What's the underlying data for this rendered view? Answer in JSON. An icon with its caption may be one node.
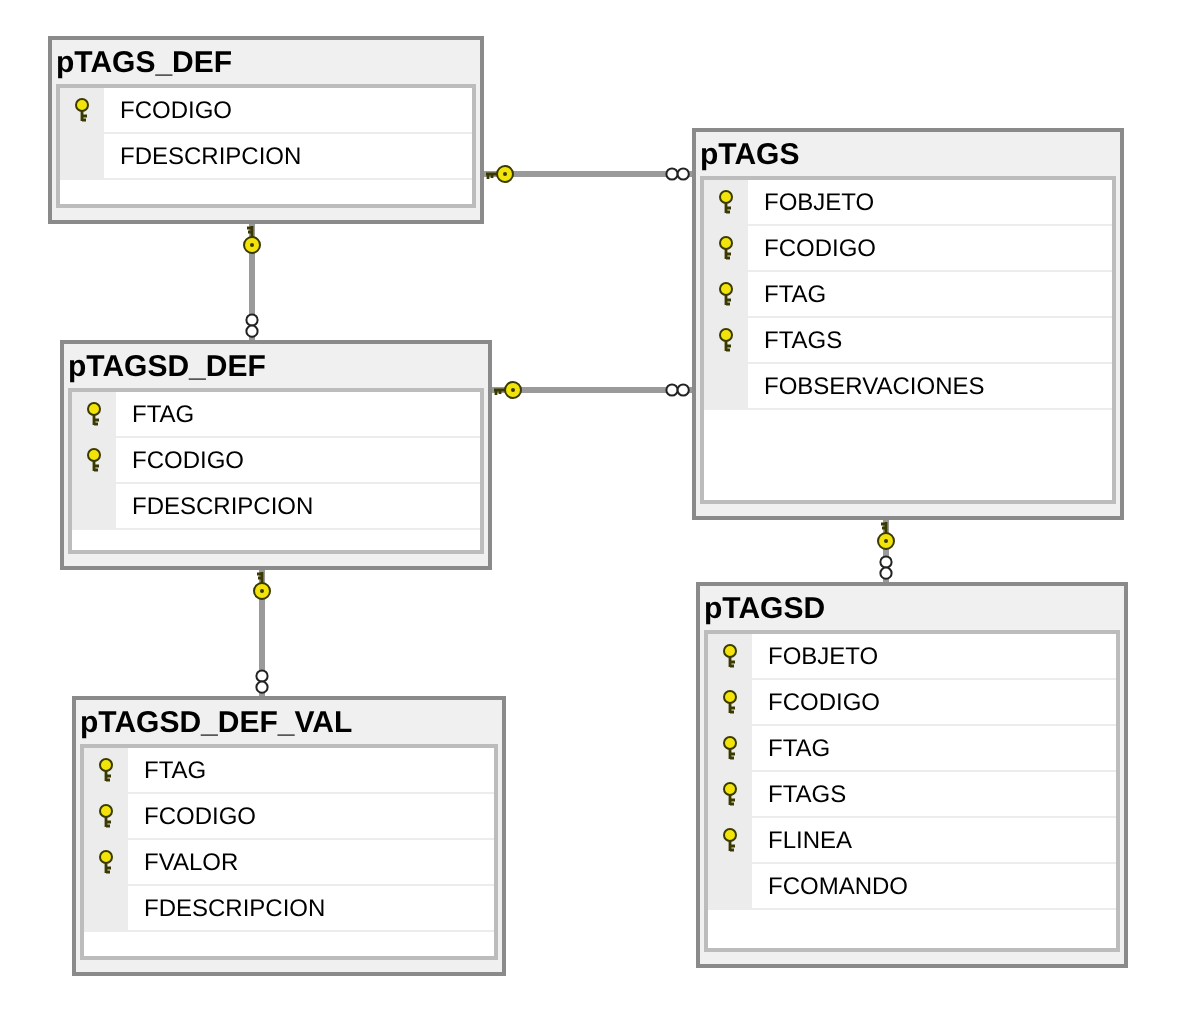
{
  "diagram": {
    "nodes": [
      {
        "text": [
          "pTAGS_DEF"
        ]
      },
      {
        "text": [
          "FCODIGO"
        ],
        "in": 0
      },
      {
        "text": [],
        "shape": "key",
        "in": 1
      },
      {
        "text": [
          "FDESCRIPCION"
        ],
        "in": 0
      },
      {
        "text": [
          "pTAGS"
        ]
      },
      {
        "text": [
          "FOBJETO"
        ],
        "in": 4
      },
      {
        "text": [],
        "shape": "key",
        "in": 5
      },
      {
        "text": [
          "FCODIGO"
        ],
        "in": 4
      },
      {
        "text": [],
        "shape": "key",
        "in": 7
      },
      {
        "text": [
          "FTAG"
        ],
        "in": 4
      },
      {
        "text": [],
        "shape": "key",
        "in": 9
      },
      {
        "text": [
          "FTAGS"
        ],
        "in": 4
      },
      {
        "text": [],
        "shape": "key",
        "in": 11
      },
      {
        "text": [
          "FOBSERVACIONES"
        ],
        "in": 4
      },
      {
        "text": [
          "pTAGSD_DEF"
        ]
      },
      {
        "text": [
          "FTAG"
        ],
        "in": 14
      },
      {
        "text": [],
        "shape": "key",
        "in": 15
      },
      {
        "text": [
          "FCODIGO"
        ],
        "in": 14
      },
      {
        "text": [],
        "shape": "key",
        "in": 17
      },
      {
        "text": [
          "FDESCRIPCION"
        ],
        "in": 14
      },
      {
        "text": [
          "pTAGSD"
        ]
      },
      {
        "text": [
          "FOBJETO"
        ],
        "in": 20
      },
      {
        "text": [],
        "shape": "key",
        "in": 21
      },
      {
        "text": [
          "FCODIGO"
        ],
        "in": 20
      },
      {
        "text": [],
        "shape": "key",
        "in": 23
      },
      {
        "text": [
          "FTAG"
        ],
        "in": 20
      },
      {
        "text": [],
        "shape": "key",
        "in": 25
      },
      {
        "text": [
          "FTAGS"
        ],
        "in": 20
      },
      {
        "text": [],
        "shape": "key",
        "in": 27
      },
      {
        "text": [
          "FLINEA"
        ],
        "in": 20
      },
      {
        "text": [],
        "shape": "key",
        "in": 29
      },
      {
        "text": [
          "FCOMANDO"
        ],
        "in": 20
      },
      {
        "text": [
          "pTAGSD_DEF_VAL"
        ]
      },
      {
        "text": [
          "FTAG"
        ],
        "in": 32
      },
      {
        "text": [],
        "shape": "key",
        "in": 33
      },
      {
        "text": [
          "FCODIGO"
        ],
        "in": 32
      },
      {
        "text": [],
        "shape": "key",
        "in": 35
      },
      {
        "text": [
          "FVALOR"
        ],
        "in": 32
      },
      {
        "text": [],
        "shape": "key",
        "in": 37
      },
      {
        "text": [
          "FDESCRIPCION"
        ],
        "in": 32
      }
    ],
    "edges": [
      {
        "from": 0,
        "to": 4,
        "arrow": "other"
      },
      {
        "from": 0,
        "to": 14,
        "arrow": "other"
      },
      {
        "from": 14,
        "to": 4,
        "arrow": "other"
      },
      {
        "from": 14,
        "to": 32,
        "arrow": "other"
      },
      {
        "from": 4,
        "to": 20,
        "arrow": "other"
      }
    ]
  }
}
